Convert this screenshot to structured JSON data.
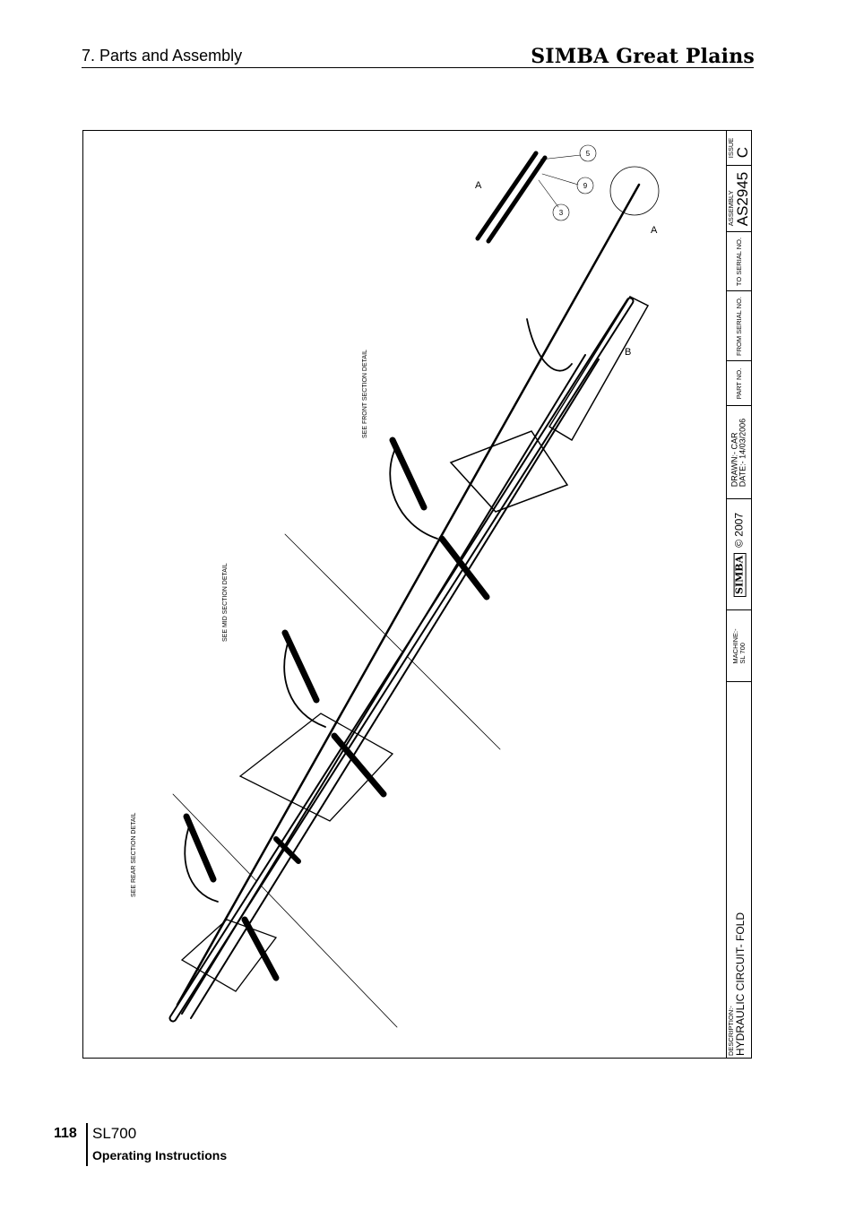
{
  "header": {
    "section": "7. Parts and Assembly",
    "brand": "SIMBA Great Plains"
  },
  "drawing": {
    "section_notes": [
      "SEE REAR SECTION DETAIL",
      "SEE MID SECTION DETAIL",
      "SEE FRONT SECTION DETAIL"
    ],
    "detail_labels": {
      "a1": "A",
      "a2": "A",
      "b": "B"
    },
    "balloons": [
      "5",
      "9",
      "3"
    ]
  },
  "title_block": {
    "description_label": "DESCRIPTION:-",
    "description": "HYDRAULIC CIRCUIT- FOLD",
    "machine_label": "MACHINE:-",
    "machine": "SL 700",
    "logo": "SIMBA",
    "copyright": "© 2007",
    "drawn": "DRAWN:- CAR",
    "date": "DATE:- 14/03/2006",
    "part_no_label": "PART NO.",
    "from_serial_label": "FROM SERIAL NO.",
    "to_serial_label": "TO SERIAL NO.",
    "assembly_label": "ASSEMBLY",
    "assembly": "AS2945",
    "issue_label": "ISSUE",
    "issue": "C"
  },
  "footer": {
    "page_number": "118",
    "model": "SL700",
    "subtitle": "Operating Instructions"
  }
}
